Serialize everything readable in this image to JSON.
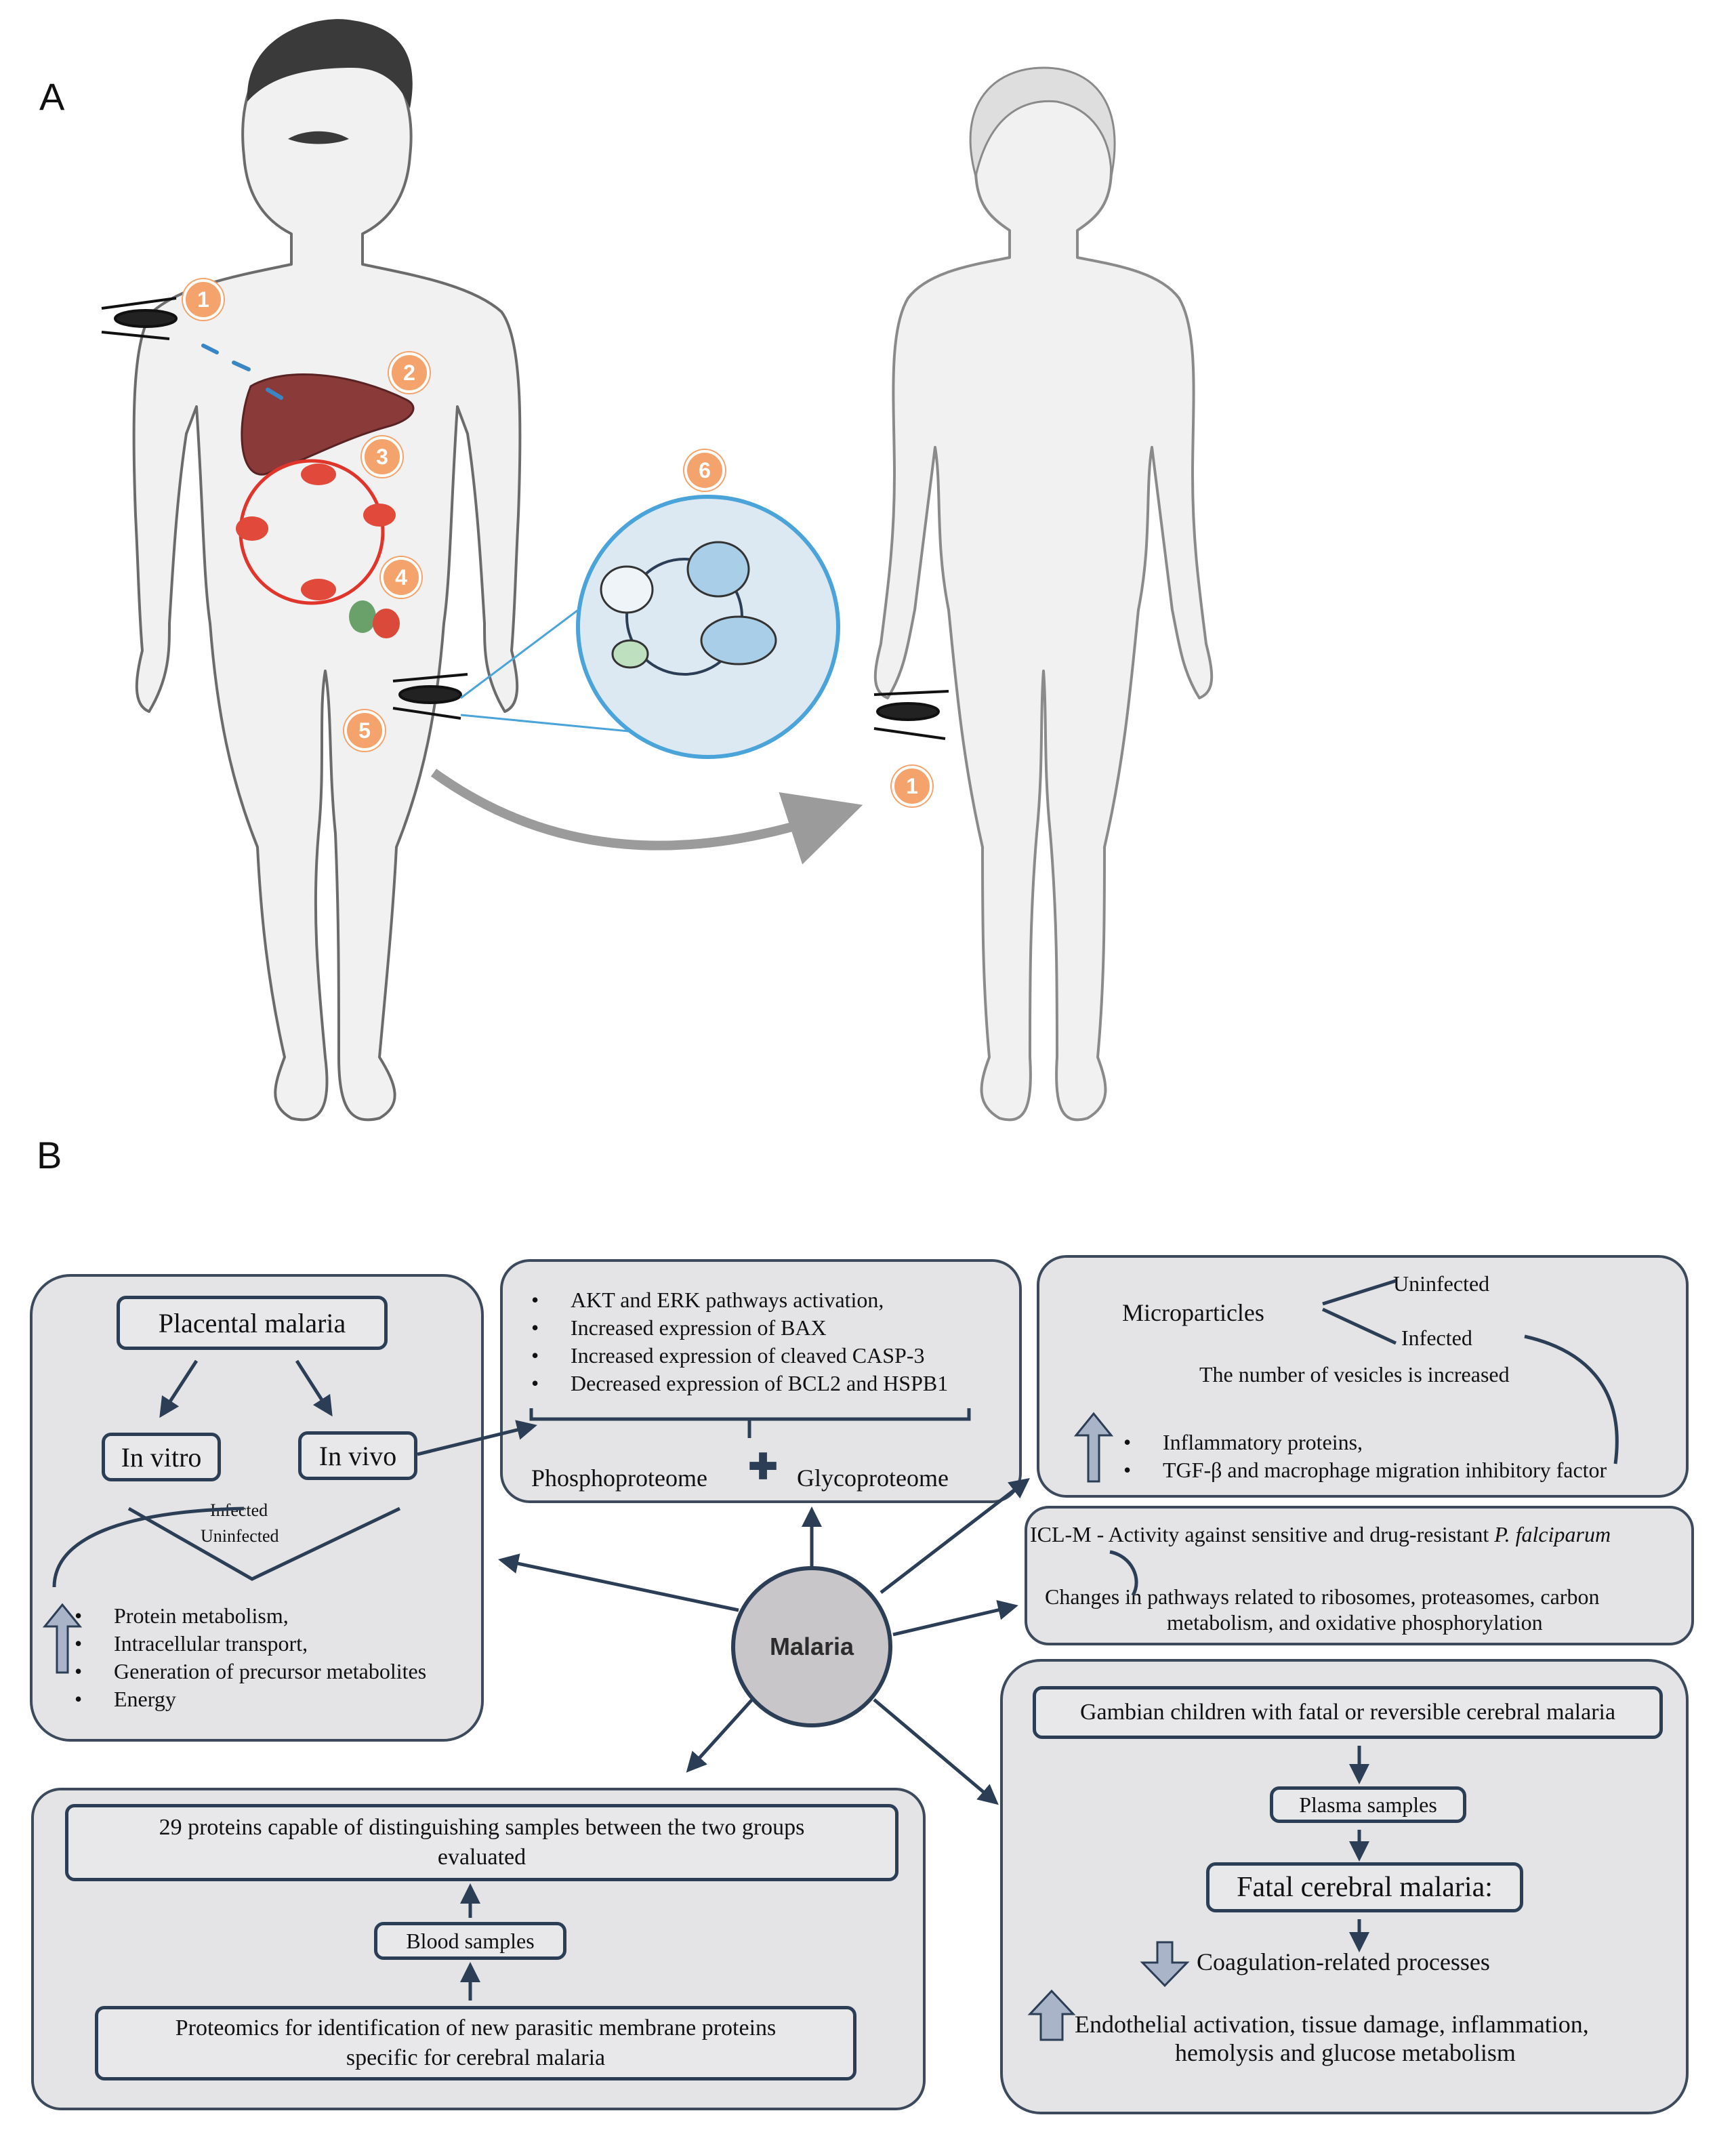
{
  "panel_labels": {
    "a": "A",
    "b": "B"
  },
  "panel_a": {
    "step_badges": [
      "1",
      "2",
      "3",
      "4",
      "5",
      "6",
      "1"
    ]
  },
  "panel_b": {
    "center": "Malaria",
    "placental": {
      "title": "Placental malaria",
      "in_vitro": "In vitro",
      "in_vivo": "In vivo",
      "infected": "Infected",
      "uninfected": "Uninfected",
      "bullets": [
        "Protein metabolism,",
        "Intracellular transport,",
        "Generation of precursor metabolites",
        "Energy"
      ]
    },
    "proteome": {
      "bullets": [
        "AKT and ERK pathways activation,",
        "Increased expression of BAX",
        "Increased expression of cleaved CASP-3",
        "Decreased expression of BCL2 and HSPB1"
      ],
      "left": "Phosphoproteome",
      "right": "Glycoproteome"
    },
    "microparticles": {
      "title": "Microparticles",
      "uninfected": "Uninfected",
      "infected": "Infected",
      "vesicles": "The number of vesicles is increased",
      "bullets": [
        "Inflammatory proteins,",
        "TGF-β and macrophage migration inhibitory factor"
      ]
    },
    "iclm": {
      "line1": "ICL-M - Activity against sensitive and drug-resistant ",
      "line1_italic": "P. falciparum",
      "line2": "Changes in pathways related to ribosomes, proteasomes, carbon",
      "line3": "metabolism, and oxidative phosphorylation"
    },
    "gambian": {
      "title": "Gambian children with fatal or reversible cerebral malaria",
      "plasma": "Plasma samples",
      "fatal": "Fatal cerebral malaria:",
      "down": "Coagulation-related processes",
      "up1": "Endothelial activation, tissue damage, inflammation,",
      "up2": "hemolysis and glucose metabolism"
    },
    "cerebral": {
      "top1": "29 proteins capable of distinguishing samples between the two groups",
      "top2": "evaluated",
      "blood": "Blood samples",
      "bottom1": "Proteomics for identification of new parasitic membrane proteins",
      "bottom2": "specific for cerebral malaria"
    }
  },
  "colors": {
    "panel_fill": "#e4e4e6",
    "border": "#2c3e56",
    "badge": "#f4a36c",
    "center_circle": "#c9c6ca",
    "arrow_fill": "#a9b4c8"
  }
}
